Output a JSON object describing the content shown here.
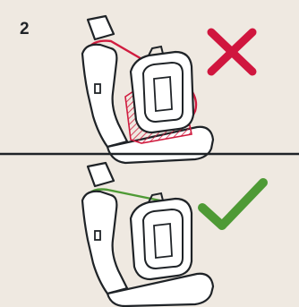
{
  "step": {
    "number": "2"
  },
  "panels": [
    {
      "id": "incorrect",
      "mark": "cross-icon",
      "outline_color": "#d01c3f",
      "mark_color": "#d0163e"
    },
    {
      "id": "correct",
      "mark": "checkmark-icon",
      "outline_color": "#4e9a35",
      "mark_color": "#4e9a35"
    }
  ],
  "colors": {
    "ink": "#1f2327",
    "background": "#efe9e1",
    "divider": "#1f2327"
  }
}
